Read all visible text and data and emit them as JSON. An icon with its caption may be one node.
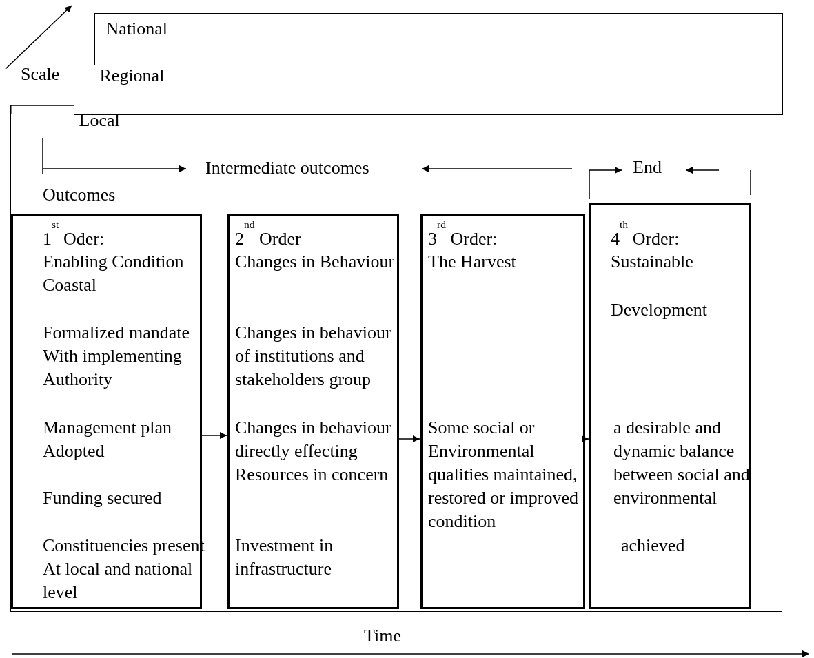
{
  "diagram": {
    "nodes": [
      {
        "text": [
          "National"
        ]
      },
      {
        "text": [
          "Regional"
        ]
      },
      {
        "text": [
          "Local"
        ]
      },
      {
        "text": [
          "1$^{st}$  Oder:",
          "Enabling Condition Coastal",
          "Formalized mandate With implementing Authority",
          "Management plan Adopted",
          "Funding secured",
          "Constituencies present At local and national level"
        ],
        "in": 2
      },
      {
        "text": [
          "2$^{nd}$ Order",
          "Changes in Behaviour",
          "Changes in behaviour of institutions and stakeholders group",
          "Changes in behaviour directly effecting Resources in concern",
          "Investment in infrastructure"
        ],
        "in": 2
      },
      {
        "text": [
          "3$^{rd}$ Order:",
          "The Harvest",
          "Some social or Environmental qualities maintained, restored or improved condition"
        ],
        "in": 2
      },
      {
        "text": [
          "4$^{th}$ Order:",
          "Sustainable",
          "Development",
          "a desirable and dynamic balance between social and environmental",
          "achieved"
        ],
        "in": 2
      }
    ],
    "edges": [
      {
        "from": 3,
        "to": 4,
        "arrow": "to"
      },
      {
        "from": 4,
        "to": 5,
        "arrow": "to"
      },
      {
        "from": 5,
        "to": 6,
        "arrow": "to"
      }
    ],
    "labels": [
      "Scale",
      "Intermediate outcomes",
      "End",
      "Outcomes",
      "Time"
    ]
  }
}
